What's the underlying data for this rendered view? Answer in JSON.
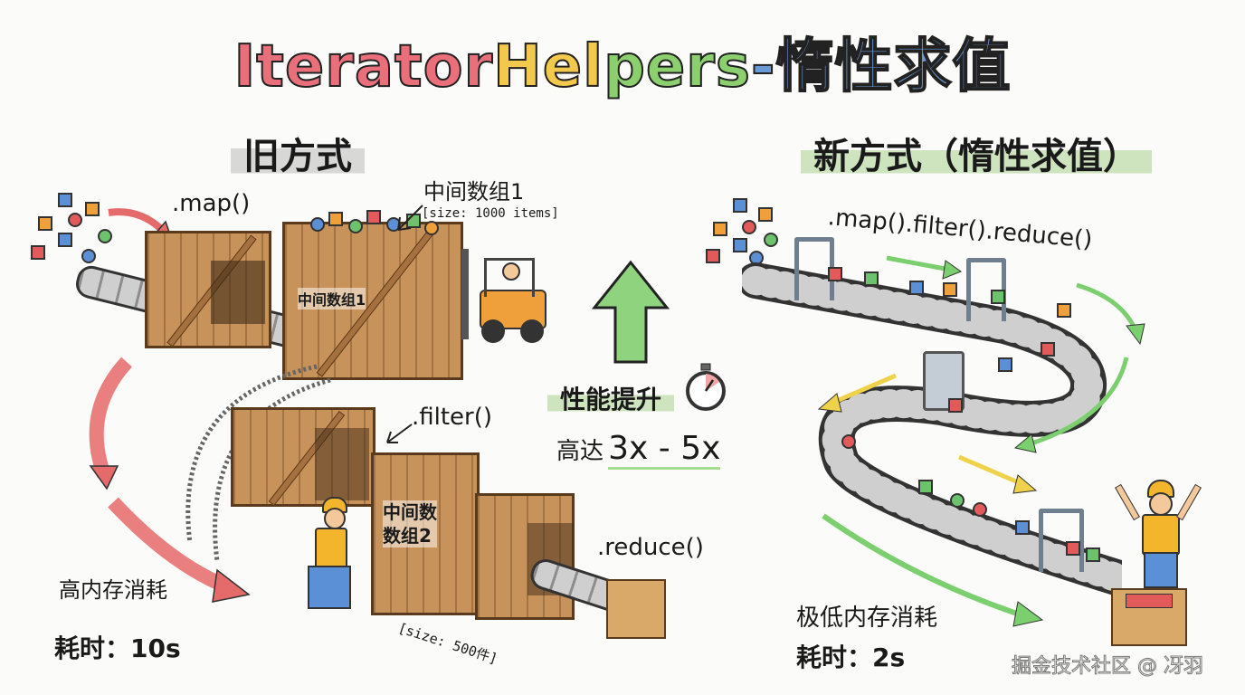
{
  "title": {
    "parts": [
      {
        "text": "Iterator ",
        "color": "#e9707a"
      },
      {
        "text": "Helpers",
        "color": "#f2c94c"
      },
      {
        "text": " - ",
        "color": "#6b9bd6"
      },
      {
        "text": "惰性求值",
        "color": "#6b9bd6"
      }
    ]
  },
  "old_way": {
    "heading": "旧方式",
    "map_label": ".map()",
    "array1_title": "中间数组1",
    "array1_size": "[size: 1000 items]",
    "crate1_label": "中间数组1",
    "filter_label": ".filter()",
    "crate2_label": "中间数\n数组2",
    "array2_size": "[size: 500件]",
    "reduce_label": ".reduce()",
    "memory_label": "高内存消耗",
    "time_label": "耗时：10s"
  },
  "center": {
    "perf_label": "性能提升",
    "speedup_prefix": "高达",
    "speedup_value": "3x - 5x",
    "arrow_color": "#7ccf6e",
    "stopwatch_icon": "stopwatch-icon"
  },
  "new_way": {
    "heading": "新方式（惰性求值）",
    "chain_label": ".map().filter().reduce()",
    "memory_label": "极低内存消耗",
    "time_label": "耗时：2s"
  },
  "watermark": "掘金技术社区 @ 冴羽",
  "colors": {
    "red_arrow": "#e56a6a",
    "green_arrow": "#7ccf6e",
    "yellow_arrow": "#f0d24a",
    "crate": "#c8935a",
    "background": "#fbfbf9"
  }
}
